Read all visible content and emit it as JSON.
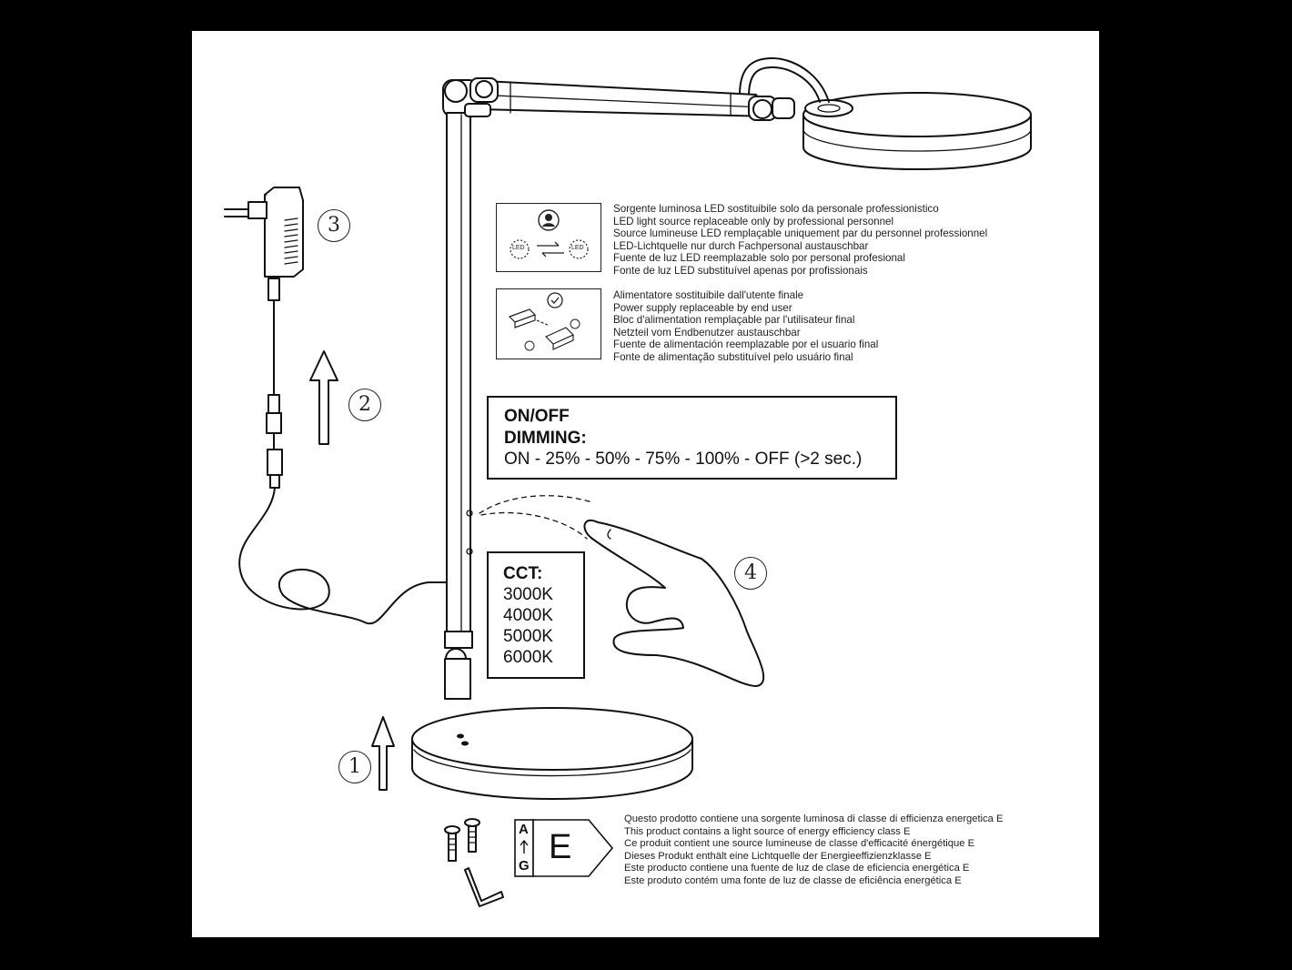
{
  "led_notice": {
    "led_label": "LED",
    "lines": [
      "Sorgente luminosa LED sostituibile solo da personale professionistico",
      "LED light source replaceable only by professional personnel",
      "Source lumineuse LED remplaçable uniquement par du personnel professionnel",
      "LED-Lichtquelle nur durch Fachpersonal austauschbar",
      "Fuente de luz LED reemplazable solo por personal profesional",
      "Fonte de luz LED substituível apenas por profissionais"
    ]
  },
  "psu_notice": {
    "lines": [
      "Alimentatore sostituibile dall'utente finale",
      "Power supply replaceable by end user",
      "Bloc d'alimentation remplaçable par l'utilisateur final",
      "Netzteil vom Endbenutzer austauschbar",
      "Fuente de alimentación reemplazable por el usuario final",
      "Fonte de alimentação substituível pelo usuário final"
    ]
  },
  "dimming_box": {
    "line1": "ON/OFF",
    "line2": "DIMMING:",
    "line3": "ON - 25% - 50% - 75% - 100% - OFF (>2 sec.)"
  },
  "cct_box": {
    "title": "CCT:",
    "values": [
      "3000K",
      "4000K",
      "5000K",
      "6000K"
    ]
  },
  "steps": {
    "s1": "1",
    "s2": "2",
    "s3": "3",
    "s4": "4"
  },
  "energy_label": {
    "scale_top": "A",
    "scale_bottom": "G",
    "class": "E",
    "lines": [
      "Questo prodotto contiene una sorgente luminosa di classe di efficienza energetica E",
      "This product contains a light source of energy efficiency class E",
      "Ce produit contient une source lumineuse de classe d'efficacité énergétique E",
      "Dieses Produkt enthält eine Lichtquelle der Energieeffizienzklasse E",
      "Este producto contiene una fuente de luz de clase de eficiencia energética E",
      "Este produto contém uma fonte de luz de classe de eficiência energética E"
    ]
  },
  "colors": {
    "line": "#111111",
    "paper": "#ffffff",
    "frame": "#000000"
  }
}
